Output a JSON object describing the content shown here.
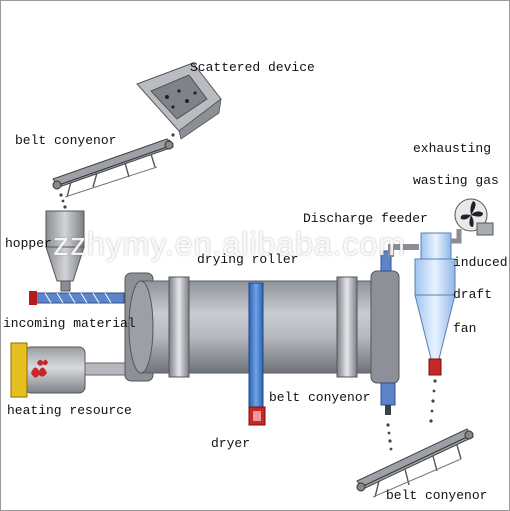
{
  "diagram": {
    "labels": {
      "scattered_device": "Scattered device",
      "belt_conveyor_top": "belt conyenor",
      "hopper": "hopper",
      "incoming_material": "incoming material",
      "heating_resource": "heating resource",
      "drying_roller": "drying roller",
      "discharge_feeder": "Discharge feeder",
      "exhausting": "exhausting",
      "wasting_gas": "wasting gas",
      "induced": "induced",
      "draft": "draft",
      "fan": "fan",
      "belt_conveyor_mid": "belt conyenor",
      "dryer": "dryer",
      "belt_conveyor_bottom": "belt conyenor"
    },
    "watermark": "zzhymy.en.alibaba.com"
  }
}
